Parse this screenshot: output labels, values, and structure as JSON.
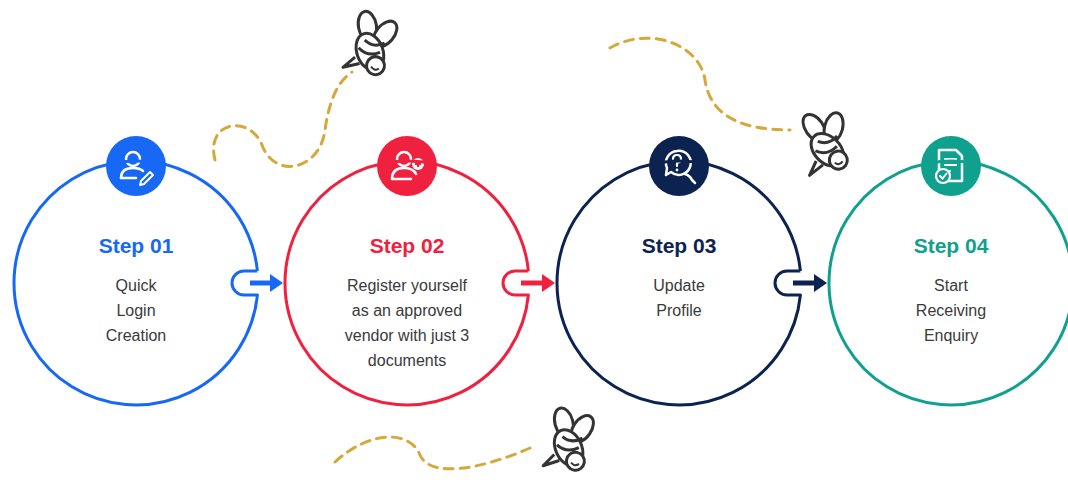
{
  "diagram": {
    "nodes": [
      {
        "text": [
          "Step 01",
          "Quick Login Creation"
        ]
      },
      {
        "text": [
          "Step 02",
          "Register yourself as an approved vendor with just 3 documents"
        ]
      },
      {
        "text": [
          "Step 03",
          "Update Profile"
        ]
      },
      {
        "text": [
          "Step 04",
          "Start Receiving Enquiry"
        ]
      }
    ],
    "edges": [
      {
        "from": 0,
        "to": 1,
        "arrow": "to"
      },
      {
        "from": 1,
        "to": 2,
        "arrow": "to"
      },
      {
        "from": 2,
        "to": 3,
        "arrow": "to"
      }
    ]
  }
}
